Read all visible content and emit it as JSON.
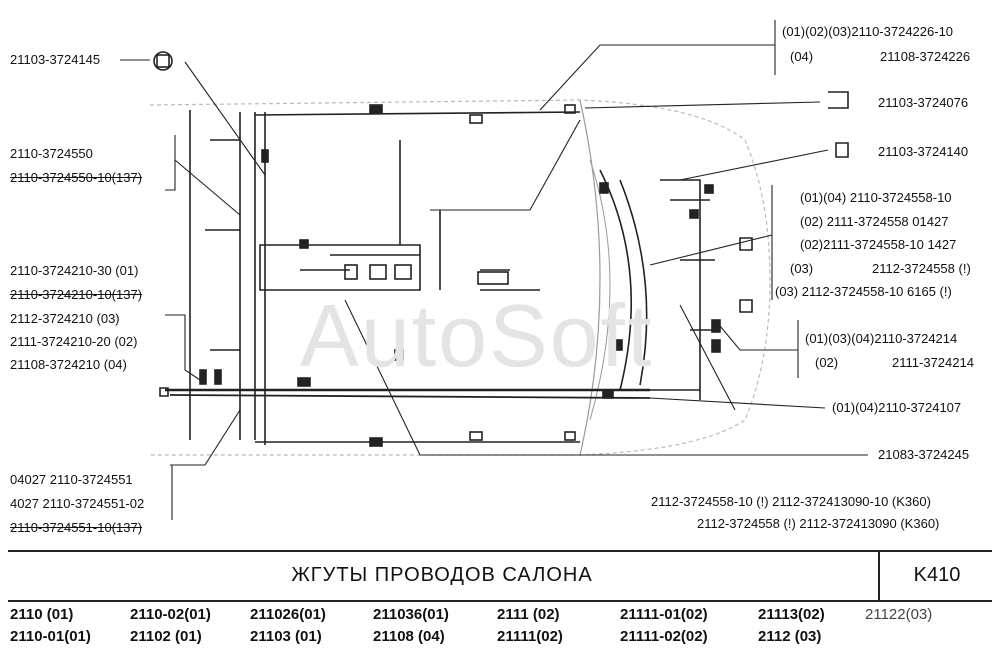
{
  "watermark": "AutoSoft",
  "labels_left": [
    {
      "text": "21103-3724145",
      "strike": false
    },
    {
      "text": "2110-3724550",
      "strike": false
    },
    {
      "text": "2110-3724550-10(137)",
      "strike": true
    },
    {
      "text": "2110-3724210-30  (01)",
      "strike": false
    },
    {
      "text": "2110-3724210-10(137)",
      "strike": true
    },
    {
      "text": "2112-3724210         (03)",
      "strike": false
    },
    {
      "text": "2111-3724210-20 (02)",
      "strike": false
    },
    {
      "text": "21108-3724210       (04)",
      "strike": false
    },
    {
      "text": "04027 2110-3724551",
      "strike": false
    },
    {
      "text": "4027 2110-3724551-02",
      "strike": false
    },
    {
      "text": "2110-3724551-10(137)",
      "strike": true
    }
  ],
  "labels_right": [
    {
      "text": "(01)(02)(03)2110-3724226-10"
    },
    {
      "text": "(04)"
    },
    {
      "text": "21108-3724226"
    },
    {
      "text": "21103-3724076"
    },
    {
      "text": "21103-3724140"
    },
    {
      "text": "(01)(04)  2110-3724558-10"
    },
    {
      "text": "(02)  2111-3724558 01427"
    },
    {
      "text": "(02)2111-3724558-10 1427"
    },
    {
      "text": "(03)"
    },
    {
      "text": "2112-3724558 (!)"
    },
    {
      "text": "(03) 2112-3724558-10 6165 (!)"
    },
    {
      "text": "(01)(03)(04)2110-3724214"
    },
    {
      "text": "(02)"
    },
    {
      "text": "2111-3724214"
    },
    {
      "text": "(01)(04)2110-3724107"
    },
    {
      "text": "21083-3724245"
    },
    {
      "text": "2112-3724558-10 (!) 2112-372413090-10 (K360)"
    },
    {
      "text": "2112-3724558 (!) 2112-372413090 (K360)"
    }
  ],
  "title": "ЖГУТЫ  ПРОВОДОВ  САЛОНА",
  "code": "K410",
  "models_row1": [
    "2110     (01)",
    "2110-02(01)",
    "211026(01)",
    "211036(01)",
    "2111   (02)",
    "21111-01(02)",
    "21113(02)",
    "21122(03)"
  ],
  "models_row2": [
    "2110-01(01)",
    "21102   (01)",
    "21103  (01)",
    "21108  (04)",
    "21111(02)",
    "21111-02(02)",
    "2112   (03)"
  ]
}
